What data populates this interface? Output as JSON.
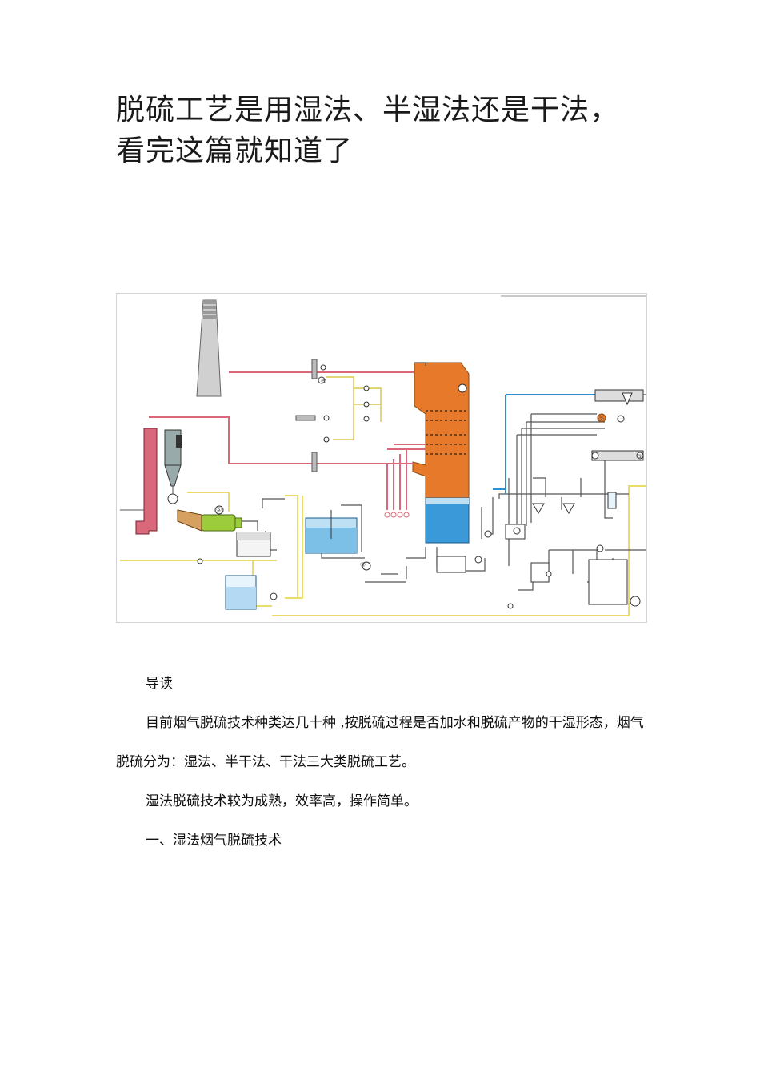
{
  "article": {
    "title": "脱硫工艺是用湿法、半湿法还是干法，看完这篇就知道了",
    "intro_heading": "导读",
    "paragraph_1": "目前烟气脱硫技术种类达几十种 ,按脱硫过程是否加水和脱硫产物的干湿形态，烟气脱硫分为：湿法、半干法、干法三大类脱硫工艺。",
    "paragraph_2": "湿法脱硫技术较为成熟，效率高，操作简单。",
    "section_heading": "一、湿法烟气脱硫技术"
  },
  "diagram": {
    "markers": [
      "①",
      "②",
      "③",
      "④",
      "⑤",
      "⑥"
    ],
    "colors": {
      "flue_gas_line": "#d9687a",
      "water_line": "#f1e27a",
      "blue_line": "#2f8fd0",
      "gray_line": "#555555",
      "tower": "#e67a2a",
      "slurry": "#3a9ad9",
      "green_unit": "#9ccc3c",
      "chimney": "#888888"
    }
  }
}
